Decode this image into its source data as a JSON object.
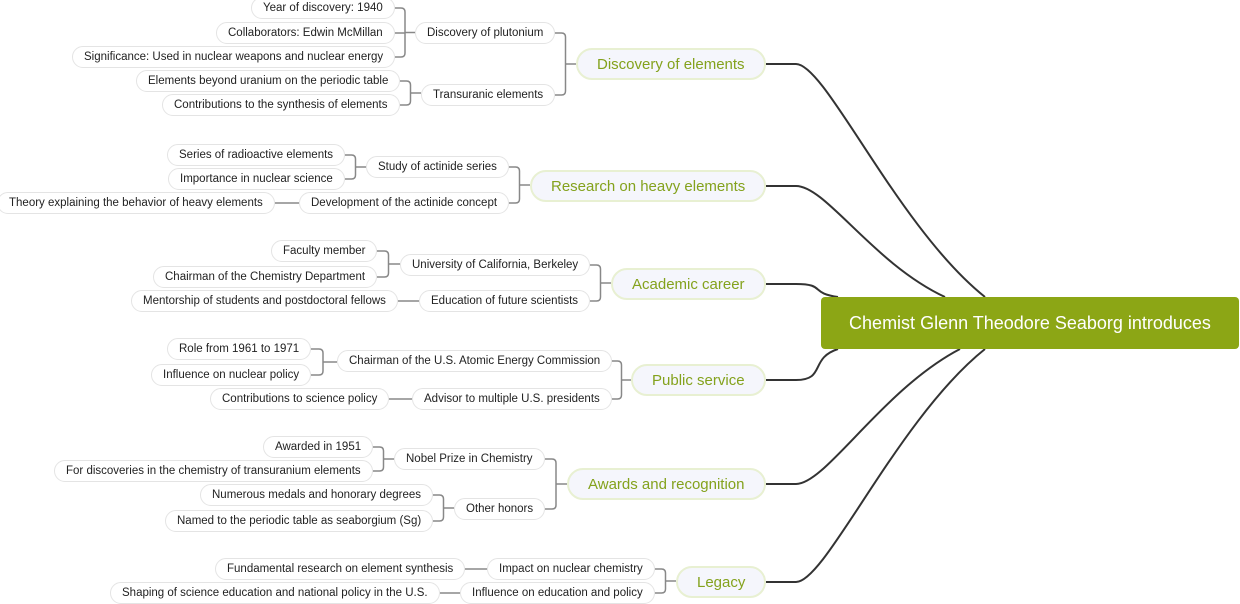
{
  "root": {
    "label": "Chemist Glenn Theodore Seaborg introduces"
  },
  "colors": {
    "root_fill": "#8ca615",
    "branch_text": "#84a21d",
    "branch_fill": "#f5f6fc",
    "branch_border": "#e8f0d2",
    "main_connector": "#333333",
    "sub_connector": "#888888"
  },
  "branches": [
    {
      "label": "Discovery of elements",
      "children": [
        {
          "label": "Discovery of plutonium",
          "children": [
            {
              "label": "Year of discovery: 1940"
            },
            {
              "label": "Collaborators: Edwin McMillan"
            },
            {
              "label": "Significance: Used in nuclear weapons and nuclear energy"
            }
          ]
        },
        {
          "label": "Transuranic elements",
          "children": [
            {
              "label": "Elements beyond uranium on the periodic table"
            },
            {
              "label": "Contributions to the synthesis of elements"
            }
          ]
        }
      ]
    },
    {
      "label": "Research on heavy elements",
      "children": [
        {
          "label": "Study of actinide series",
          "children": [
            {
              "label": "Series of radioactive elements"
            },
            {
              "label": "Importance in nuclear science"
            }
          ]
        },
        {
          "label": "Development of the actinide concept",
          "children": [
            {
              "label": "Theory explaining the behavior of heavy elements"
            }
          ]
        }
      ]
    },
    {
      "label": "Academic career",
      "children": [
        {
          "label": "University of California, Berkeley",
          "children": [
            {
              "label": "Faculty member"
            },
            {
              "label": "Chairman of the Chemistry Department"
            }
          ]
        },
        {
          "label": "Education of future scientists",
          "children": [
            {
              "label": "Mentorship of students and postdoctoral fellows"
            }
          ]
        }
      ]
    },
    {
      "label": "Public service",
      "children": [
        {
          "label": "Chairman of the U.S. Atomic Energy Commission",
          "children": [
            {
              "label": "Role from 1961 to 1971"
            },
            {
              "label": "Influence on nuclear policy"
            }
          ]
        },
        {
          "label": "Advisor to multiple U.S. presidents",
          "children": [
            {
              "label": "Contributions to science policy"
            }
          ]
        }
      ]
    },
    {
      "label": "Awards and recognition",
      "children": [
        {
          "label": "Nobel Prize in Chemistry",
          "children": [
            {
              "label": "Awarded in 1951"
            },
            {
              "label": "For discoveries in the chemistry of transuranium elements"
            }
          ]
        },
        {
          "label": "Other honors",
          "children": [
            {
              "label": "Numerous medals and honorary degrees"
            },
            {
              "label": "Named to the periodic table as seaborgium (Sg)"
            }
          ]
        }
      ]
    },
    {
      "label": "Legacy",
      "children": [
        {
          "label": "Impact on nuclear chemistry",
          "children": [
            {
              "label": "Fundamental research on element synthesis"
            }
          ]
        },
        {
          "label": "Influence on education and policy",
          "children": [
            {
              "label": "Shaping of science education and national policy in the U.S."
            }
          ]
        }
      ]
    }
  ]
}
